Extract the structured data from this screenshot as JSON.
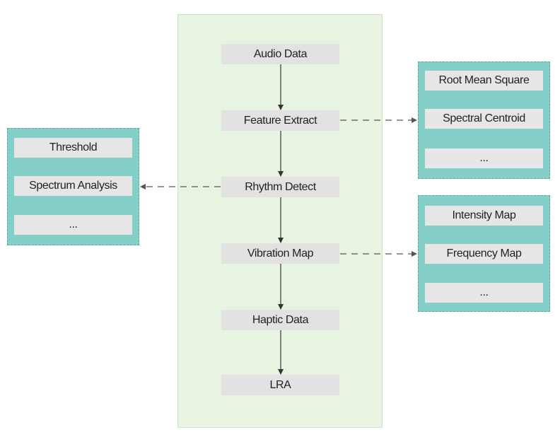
{
  "main_flow": [
    {
      "id": "audio-data",
      "label": "Audio Data"
    },
    {
      "id": "feature-extract",
      "label": "Feature Extract"
    },
    {
      "id": "rhythm-detect",
      "label": "Rhythm Detect"
    },
    {
      "id": "vibration-map",
      "label": "Vibration Map"
    },
    {
      "id": "haptic-data",
      "label": "Haptic Data"
    },
    {
      "id": "lra",
      "label": "LRA"
    }
  ],
  "feature_panel": {
    "items": [
      "Root Mean Square",
      "Spectral Centroid",
      "..."
    ]
  },
  "rhythm_panel": {
    "items": [
      "Threshold",
      "Spectrum Analysis",
      "..."
    ]
  },
  "mapping_panel": {
    "items": [
      "Intensity Map",
      "Frequency Map",
      "..."
    ]
  },
  "colors": {
    "main_panel": "#e8f4e2",
    "side_panel": "#84cfc7",
    "node": "#e2e2e2",
    "arrow": "#333333",
    "dashed_arrow": "#555555"
  }
}
